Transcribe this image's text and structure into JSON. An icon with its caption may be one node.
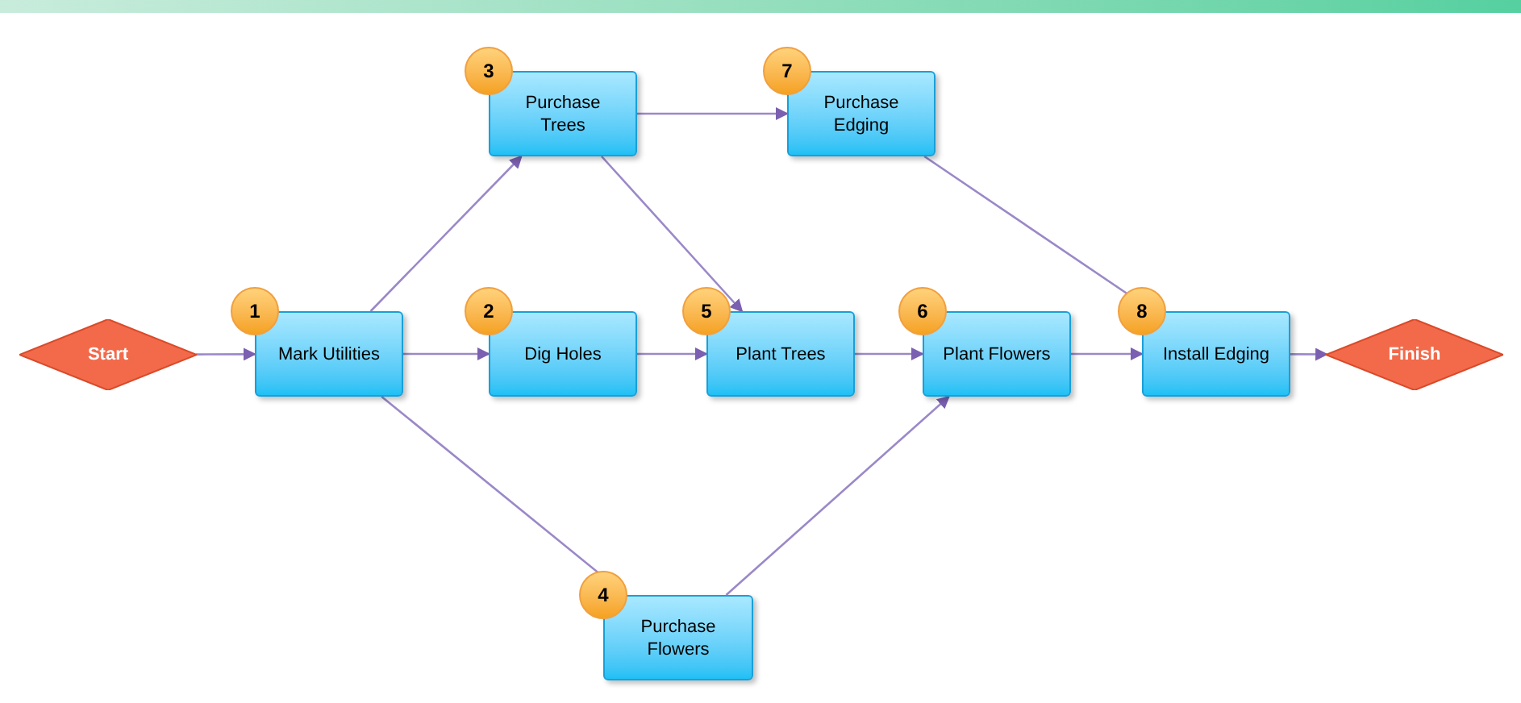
{
  "diagram": {
    "nodes": [
      {
        "text": [
          "Start"
        ]
      },
      {
        "text": [
          "Mark Utilities"
        ],
        "beside": [
          "1"
        ]
      },
      {
        "text": [
          "Dig Holes"
        ],
        "beside": [
          "2"
        ]
      },
      {
        "text": [
          "Purchase Trees"
        ],
        "beside": [
          "3"
        ]
      },
      {
        "text": [
          "Purchase Flowers"
        ],
        "beside": [
          "4"
        ]
      },
      {
        "text": [
          "Plant Trees"
        ],
        "beside": [
          "5"
        ]
      },
      {
        "text": [
          "Plant Flowers"
        ],
        "beside": [
          "6"
        ]
      },
      {
        "text": [
          "Purchase Edging"
        ],
        "beside": [
          "7"
        ]
      },
      {
        "text": [
          "Install Edging"
        ],
        "beside": [
          "8"
        ]
      },
      {
        "text": [
          "Finish"
        ]
      }
    ],
    "edges": [
      {
        "from": 0,
        "to": 1,
        "arrow": "to"
      },
      {
        "from": 1,
        "to": 3,
        "arrow": "to"
      },
      {
        "from": 1,
        "to": 2,
        "arrow": "to"
      },
      {
        "from": 1,
        "to": 4,
        "arrow": "to"
      },
      {
        "from": 3,
        "to": 7,
        "arrow": "to"
      },
      {
        "from": 3,
        "to": 5,
        "arrow": "to"
      },
      {
        "from": 2,
        "to": 5,
        "arrow": "to"
      },
      {
        "from": 5,
        "to": 6,
        "arrow": "to"
      },
      {
        "from": 4,
        "to": 6,
        "arrow": "to"
      },
      {
        "from": 7,
        "to": 8,
        "arrow": "to"
      },
      {
        "from": 6,
        "to": 8,
        "arrow": "to"
      },
      {
        "from": 8,
        "to": 9,
        "arrow": "to"
      }
    ]
  }
}
